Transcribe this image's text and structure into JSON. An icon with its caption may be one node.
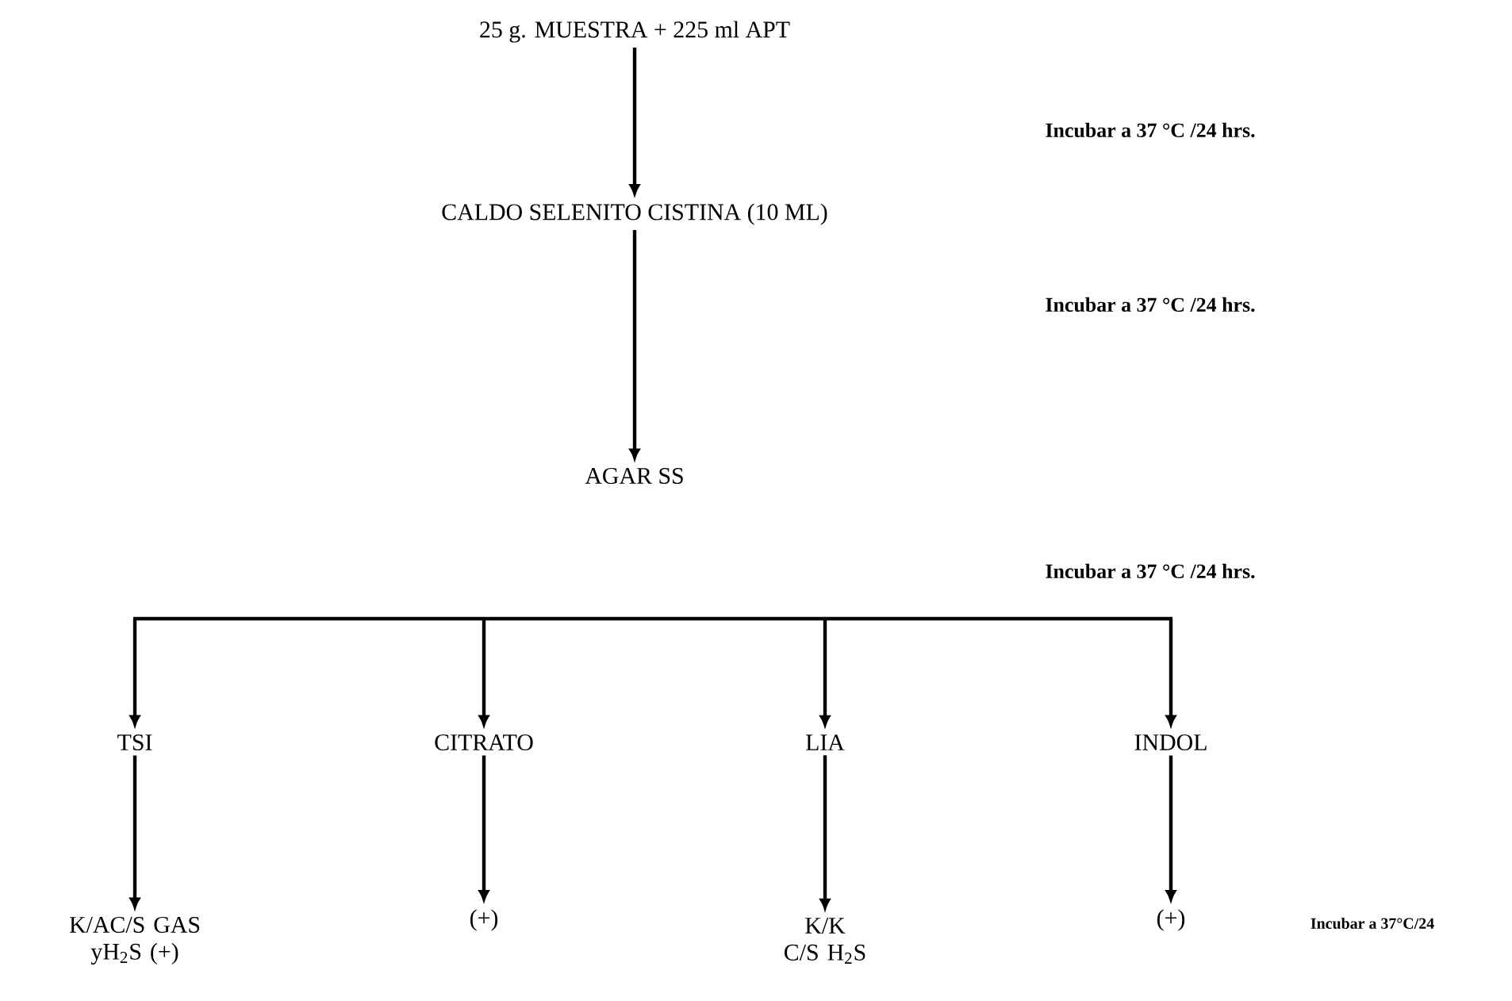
{
  "diagram": {
    "nodes": [
      {
        "text": [
          "25 g. MUESTRA + 225 ml APT"
        ]
      },
      {
        "text": [
          "CALDO SELENITO CISTINA (10 ML)"
        ]
      },
      {
        "text": [
          "AGAR SS"
        ]
      },
      {
        "text": [
          "TSI"
        ]
      },
      {
        "text": [
          "CITRATO"
        ]
      },
      {
        "text": [
          "LIA"
        ]
      },
      {
        "text": [
          "INDOL"
        ]
      },
      {
        "text": [
          "K/AC/S GAS yH$_{2}$S (+)"
        ]
      },
      {
        "text": [
          "(+)"
        ]
      },
      {
        "text": [
          "K/K C/S H$_{2}$S"
        ]
      },
      {
        "text": [
          "(+)"
        ]
      }
    ],
    "edges": [
      {
        "from": 0,
        "to": 1,
        "arrow": "to"
      },
      {
        "from": 1,
        "to": 2,
        "arrow": "to"
      },
      {
        "from": null,
        "to": 3,
        "arrow": "to"
      },
      {
        "from": null,
        "to": 4,
        "arrow": "to"
      },
      {
        "from": null,
        "to": 5,
        "arrow": "to"
      },
      {
        "from": null,
        "to": 6,
        "arrow": "to"
      },
      {
        "from": 3,
        "to": 7,
        "arrow": "to"
      },
      {
        "from": 4,
        "to": 8,
        "arrow": "to"
      },
      {
        "from": 5,
        "to": 9,
        "arrow": "to"
      },
      {
        "from": 6,
        "to": 10,
        "arrow": "to"
      }
    ],
    "labels": [
      "Incubar a 37 °C /24 hrs.",
      "Incubar a 37 °C /24 hrs.",
      "Incubar a 37 °C /24 hrs.",
      "Incubar a 37°C/24"
    ]
  }
}
